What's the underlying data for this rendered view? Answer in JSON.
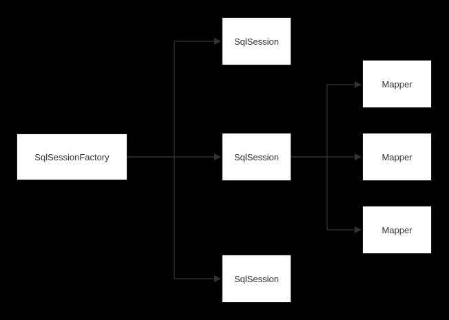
{
  "diagram": {
    "nodes": {
      "factory": "SqlSessionFactory",
      "session1": "SqlSession",
      "session2": "SqlSession",
      "session3": "SqlSession",
      "mapper1": "Mapper",
      "mapper2": "Mapper",
      "mapper3": "Mapper"
    },
    "edges": [
      {
        "from": "factory",
        "to": "session1"
      },
      {
        "from": "factory",
        "to": "session2"
      },
      {
        "from": "factory",
        "to": "session3"
      },
      {
        "from": "session2",
        "to": "mapper1"
      },
      {
        "from": "session2",
        "to": "mapper2"
      },
      {
        "from": "session2",
        "to": "mapper3"
      }
    ],
    "colors": {
      "background": "#000000",
      "node_fill": "#ffffff",
      "node_text": "#333333",
      "connector": "#333333"
    }
  }
}
